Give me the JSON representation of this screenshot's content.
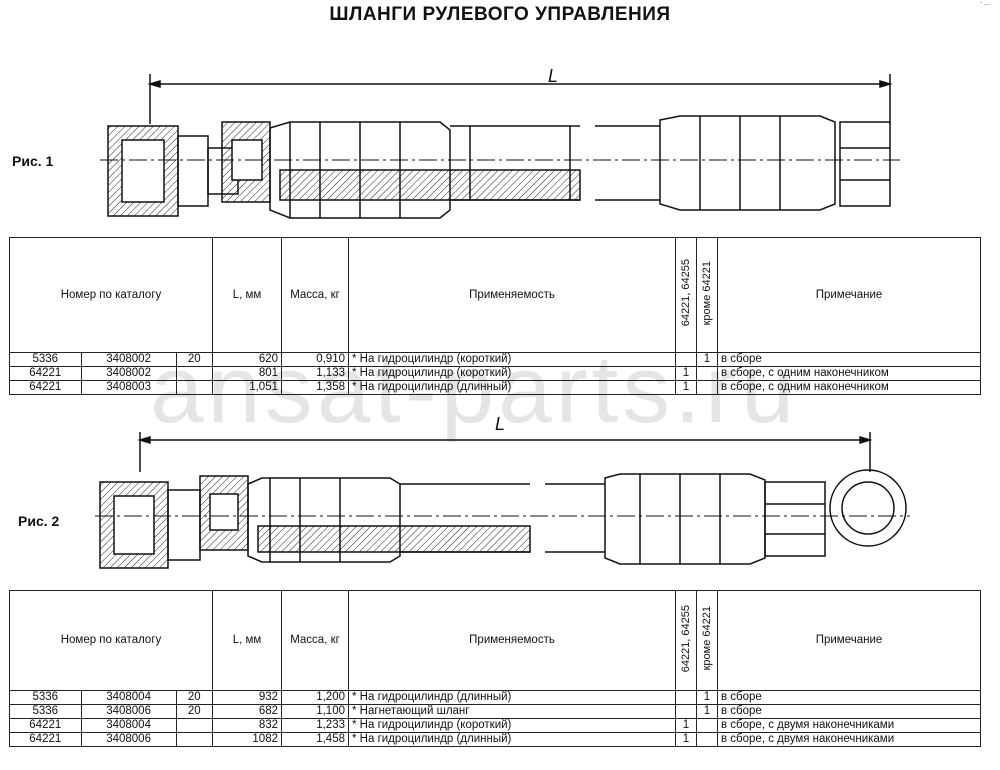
{
  "title": "ШЛАНГИ РУЛЕВОГО УПРАВЛЕНИЯ",
  "corner_mark": "\" —",
  "watermark": "ansat-parts.ru",
  "figure1": {
    "label": "Рис. 1",
    "dimension": "L"
  },
  "figure2": {
    "label": "Рис. 2",
    "dimension": "L"
  },
  "table_headers": {
    "catalog": "Номер по каталогу",
    "length": "L, мм",
    "mass": "Масса, кг",
    "applicability": "Применяемость",
    "col_a": "64221, 64255",
    "col_b": "кроме 64221",
    "note": "Примечание"
  },
  "table1": [
    {
      "model": "5336",
      "part": "3408002",
      "suffix": "20",
      "L": "620",
      "mass": "0,910",
      "use": "* На гидроцилиндр (короткий)",
      "a": "",
      "b": "1",
      "note": "в сборе"
    },
    {
      "model": "64221",
      "part": "3408002",
      "suffix": "",
      "L": "801",
      "mass": "1,133",
      "use": "* На гидроцилиндр (короткий)",
      "a": "1",
      "b": "",
      "note": "в сборе, с одним наконечником"
    },
    {
      "model": "64221",
      "part": "3408003",
      "suffix": "",
      "L": "1,051",
      "mass": "1,358",
      "use": "* На гидроцилиндр (длинный)",
      "a": "1",
      "b": "",
      "note": "в сборе, с одним наконечником"
    }
  ],
  "table2": [
    {
      "model": "5336",
      "part": "3408004",
      "suffix": "20",
      "L": "932",
      "mass": "1,200",
      "use": "* На гидроцилиндр (длинный)",
      "a": "",
      "b": "1",
      "note": "в сборе"
    },
    {
      "model": "5336",
      "part": "3408006",
      "suffix": "20",
      "L": "682",
      "mass": "1,100",
      "use": "* Нагнетающий шланг",
      "a": "",
      "b": "1",
      "note": "в сборе"
    },
    {
      "model": "64221",
      "part": "3408004",
      "suffix": "",
      "L": "832",
      "mass": "1,233",
      "use": "* На гидроцилиндр (короткий)",
      "a": "1",
      "b": "",
      "note": "в сборе, с двумя наконечниками"
    },
    {
      "model": "64221",
      "part": "3408006",
      "suffix": "",
      "L": "1082",
      "mass": "1,458",
      "use": "* На гидроцилиндр (длинный)",
      "a": "1",
      "b": "",
      "note": "в сборе, с двумя наконечниками"
    }
  ]
}
